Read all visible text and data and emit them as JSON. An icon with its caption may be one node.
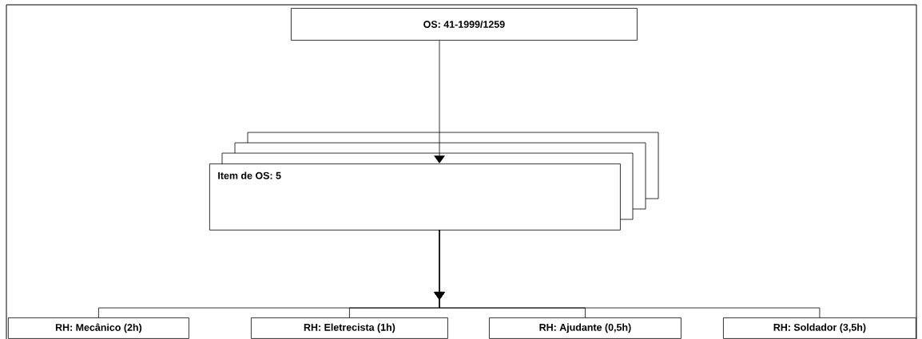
{
  "diagram": {
    "nodes": [
      {
        "text": [
          "OS: 41-1999/1259"
        ]
      },
      {
        "text": [
          "Item de OS: 5"
        ]
      },
      {
        "text": [
          "RH: Mecânico (2h)"
        ]
      },
      {
        "text": [
          "RH: Eletrecista (1h)"
        ]
      },
      {
        "text": [
          "RH: Ajudante (0,5h)"
        ]
      },
      {
        "text": [
          "RH: Soldador (3,5h)"
        ]
      }
    ],
    "edges": [
      {
        "from": 0,
        "to": 1,
        "arrow": "to"
      },
      {
        "from": 1,
        "to": 2,
        "arrow": "to"
      },
      {
        "from": 1,
        "to": 3,
        "arrow": "to"
      },
      {
        "from": 1,
        "to": 4,
        "arrow": "to"
      },
      {
        "from": 1,
        "to": 5,
        "arrow": "to"
      }
    ]
  }
}
